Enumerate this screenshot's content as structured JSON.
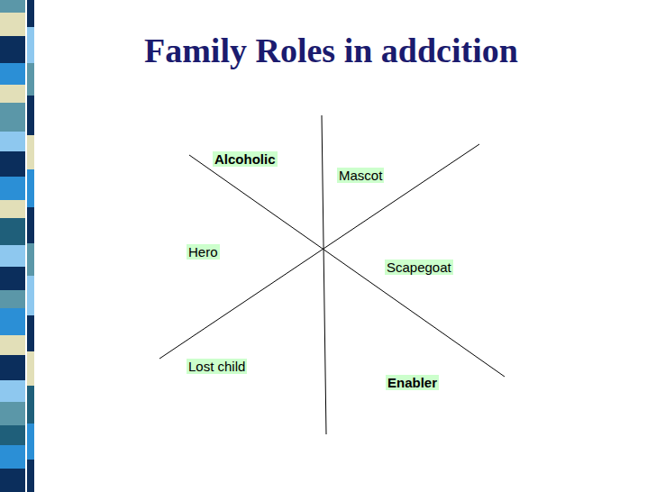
{
  "diagram": {
    "title": "Family Roles in addcition",
    "nodes": [
      {
        "text": [
          "Alcoholic",
          "Mascot",
          "Hero",
          "Scapegoat",
          "Lost child",
          "Enabler"
        ]
      }
    ]
  }
}
